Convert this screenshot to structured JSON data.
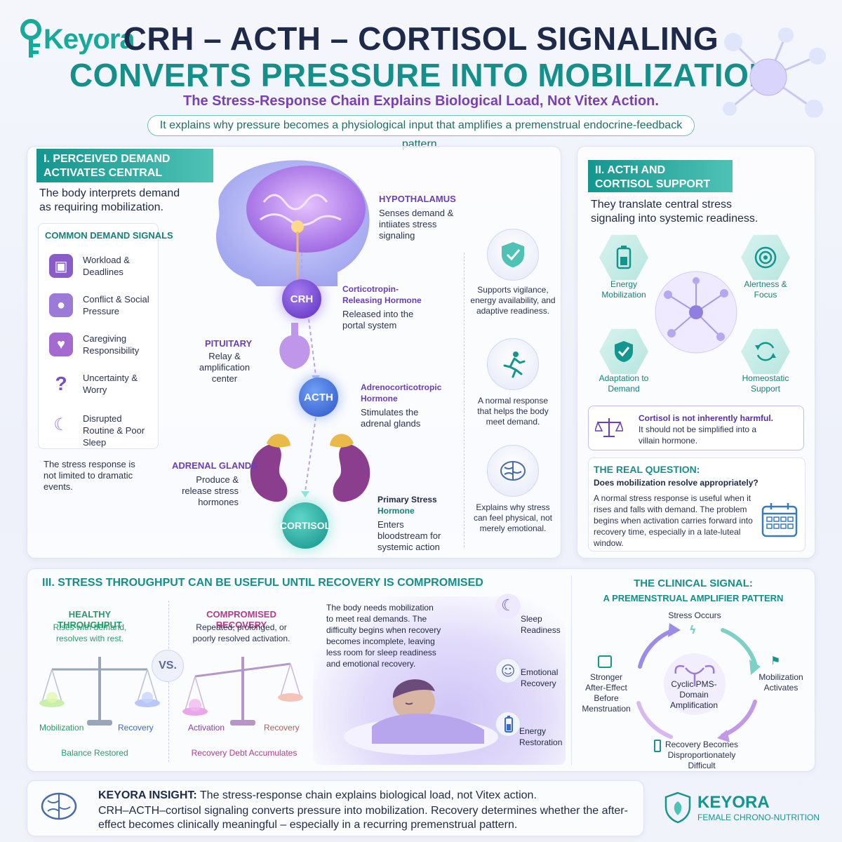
{
  "brand": {
    "logo": "Keyora",
    "footer_name": "KEYORA",
    "footer_sub": "FEMALE CHRONO-NUTRITION"
  },
  "header": {
    "title_line1": "CRH – ACTH – CORTISOL SIGNALING",
    "title_line2": "CONVERTS PRESSURE INTO MOBILIZATION",
    "subtitle": "The Stress-Response Chain Explains Biological Load, Not Vitex Action.",
    "tagline": "It explains why pressure becomes a physiological input that amplifies a premenstrual endocrine-feedback pattern."
  },
  "section1": {
    "banner": "I. PERCEIVED DEMAND ACTIVATES CENTRAL STRESS SIGNALING",
    "intro": "The body interprets demand as requiring mobilization.",
    "signals_title": "COMMON DEMAND SIGNALS",
    "signals": [
      {
        "icon": "briefcase-icon",
        "label": "Workload & Deadlines"
      },
      {
        "icon": "people-icon",
        "label": "Conflict & Social Pressure"
      },
      {
        "icon": "heart-pulse-icon",
        "label": "Caregiving Responsibility"
      },
      {
        "icon": "question-icon",
        "label": "Uncertainty & Worry"
      },
      {
        "icon": "moon-sleep-icon",
        "label": "Disrupted Routine & Poor Sleep"
      }
    ],
    "footnote": "The stress response is not limited to dramatic events.",
    "hypothalamus": {
      "title": "HYPOTHALAMUS",
      "text": "Senses demand & intiiates stress signaling"
    },
    "crh": {
      "orb": "CRH",
      "title": "Corticotropin-Releasing Hormone",
      "text": "Released into the portal system"
    },
    "pituitary": {
      "title": "PITUITARY",
      "text": "Relay & amplification center"
    },
    "acth": {
      "orb": "ACTH",
      "title": "Adrenocorticotropic Hormone",
      "text": "Stimulates the adrenal glands"
    },
    "adrenal": {
      "title": "ADRENAL GLANDS",
      "text": "Produce & release stress hormones"
    },
    "cortisol": {
      "orb": "CORTISOL",
      "title_line1": "Primary Stress",
      "title_line2": "Hormone",
      "text": "Enters bloodstream for systemic action"
    },
    "side_notes": [
      {
        "icon": "shield-icon",
        "text": "Supports vigilance, energy availability, and adaptive readiness."
      },
      {
        "icon": "running-person-icon",
        "text": "A normal response that helps the body meet demand."
      },
      {
        "icon": "brain-icon",
        "text": "Explains why stress can feel physical, not merely emotional."
      }
    ]
  },
  "section2": {
    "banner": "II. ACTH AND CORTISOL SUPPORT MOBILIZATION",
    "intro": "They translate central stress signaling into systemic readiness.",
    "hex_items": [
      {
        "icon": "battery-icon",
        "label": "Energy Mobilization"
      },
      {
        "icon": "target-icon",
        "label": "Alertness & Focus"
      },
      {
        "icon": "shield-check-icon",
        "label": "Adaptation to Demand"
      },
      {
        "icon": "cycle-arrows-icon",
        "label": "Homeostatic Support"
      }
    ],
    "note_title": "Cortisol is not inherently harmful.",
    "note_text": "It should not be simplified into a villain hormone.",
    "real_q_title": "THE REAL QUESTION:",
    "real_q_sub": "Does mobilization resolve appropriately?",
    "real_q_text": "A normal stress response is useful when it rises and falls with demand. The problem begins when activation carries forward into recovery time, especially in a late-luteal window."
  },
  "section3": {
    "title": "III. STRESS THROUGHPUT CAN BE USEFUL UNTIL RECOVERY IS COMPROMISED",
    "healthy": {
      "title": "HEALTHY THROUGHPUT",
      "text": "Rises with demand, resolves with rest.",
      "left": "Mobilization",
      "right": "Recovery",
      "result": "Balance Restored"
    },
    "vs": "VS.",
    "compromised": {
      "title": "COMPROMISED RECOVERY",
      "text": "Repeated, prolonged, or poorly resolved activation.",
      "left": "Activation",
      "right": "Recovery",
      "result": "Recovery Debt Accumulates"
    },
    "body_text": "The body needs mobilization to meet real demands. The difficulty begins when recovery becomes incomplete, leaving less room for sleep readiness and emotional recovery.",
    "recovery_items": [
      {
        "icon": "moon-icon",
        "label": "Sleep Readiness"
      },
      {
        "icon": "face-icon",
        "label": "Emotional Recovery"
      },
      {
        "icon": "battery-icon",
        "label": "Energy Restoration"
      }
    ]
  },
  "clinical": {
    "title_line1": "THE CLINICAL SIGNAL:",
    "title_line2": "A PREMENSTRUAL AMPLIFIER PATTERN",
    "center": "Cyclic PMS-Domain Amplification",
    "steps": [
      "Stress Occurs",
      "Mobilization Activates",
      "Recovery Becomes Disproportionately Difficult",
      "Stronger After-Effect Before Menstruation"
    ]
  },
  "insight": {
    "label": "KEYORA INSIGHT:",
    "line1": "The stress-response chain explains biological load, not Vitex action.",
    "line2": "CRH–ACTH–cortisol signaling converts pressure into mobilization. Recovery determines whether the after-effect becomes clinically meaningful – especially in a recurring premenstrual pattern."
  },
  "colors": {
    "teal": "#148f89",
    "purple": "#6b3fb6",
    "navy": "#1e2a4a"
  }
}
